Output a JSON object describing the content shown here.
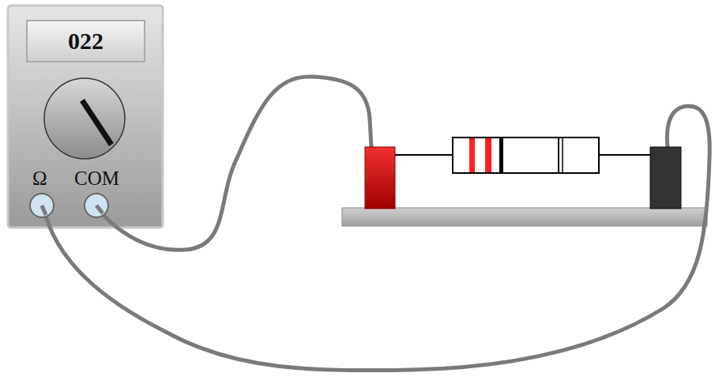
{
  "diagram": {
    "nodes": [
      {
        "text": [
          "022"
        ]
      }
    ],
    "labels": [
      "Ω",
      "COM"
    ]
  }
}
